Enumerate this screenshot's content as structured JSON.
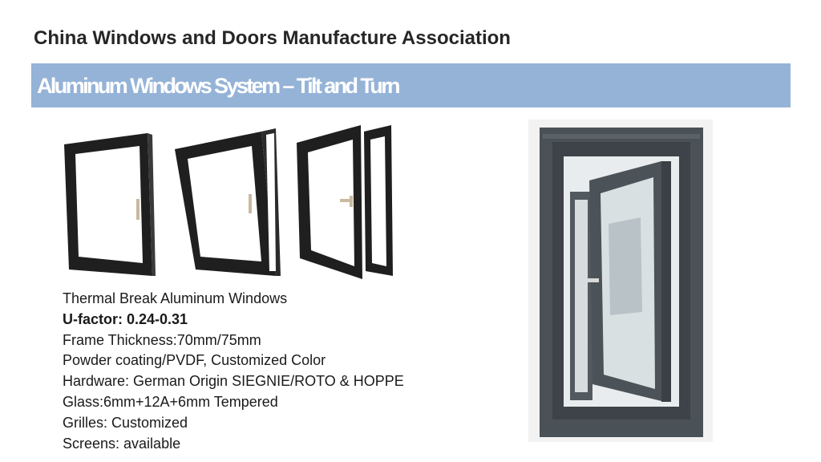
{
  "header": {
    "organization": "China Windows and Doors Manufacture Association"
  },
  "banner": {
    "title": "Aluminum Windows System – Tilt and Turn",
    "color": "#95b3d7"
  },
  "colors": {
    "frame": "#1e1e1e",
    "photo_frame": "#4a5157",
    "glass": "#ffffff"
  },
  "specs": {
    "line1": "Thermal Break Aluminum Windows",
    "u_factor": "U-factor: 0.24-0.31",
    "frame_thickness": "Frame Thickness:70mm/75mm",
    "coating": "Powder coating/PVDF, Customized Color",
    "hardware": "Hardware: German Origin SIEGNIE/ROTO & HOPPE",
    "glass": "Glass:6mm+12A+6mm Tempered",
    "grilles": "Grilles: Customized",
    "screens": "Screens: available"
  }
}
